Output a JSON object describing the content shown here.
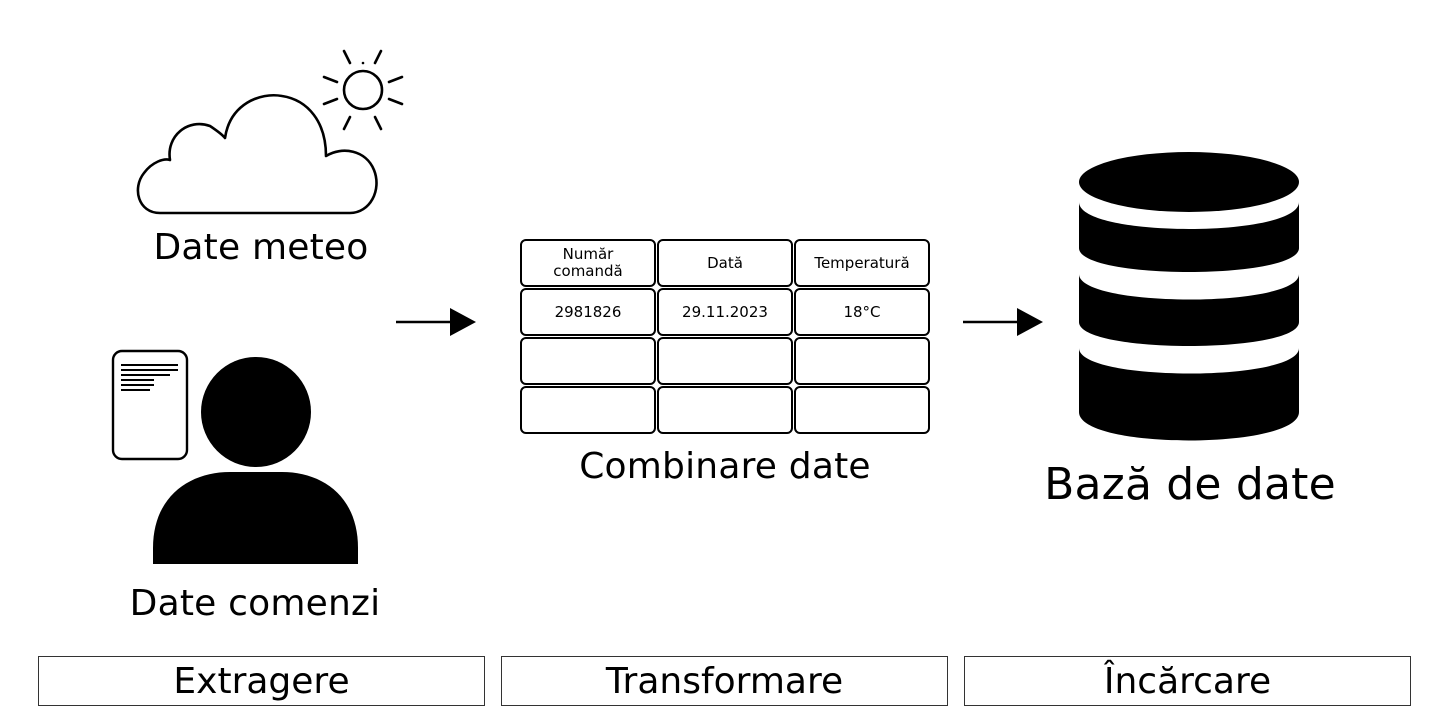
{
  "sources": {
    "weather_label": "Date meteo",
    "orders_label": "Date comenzi"
  },
  "transform": {
    "label": "Combinare date",
    "table": {
      "headers": [
        "Număr\ncomandă",
        "Dată",
        "Temperatură"
      ],
      "rows": [
        [
          "2981826",
          "29.11.2023",
          "18°C"
        ],
        [
          "",
          "",
          ""
        ],
        [
          "",
          "",
          ""
        ]
      ]
    }
  },
  "load": {
    "label": "Bază de date"
  },
  "stages": {
    "extract": "Extragere",
    "transform": "Transformare",
    "load": "Încărcare"
  },
  "icons": {
    "weather": "cloud-sun-icon",
    "orders": "person-with-document-icon",
    "arrow": "arrow-right-icon",
    "database": "database-icon"
  }
}
